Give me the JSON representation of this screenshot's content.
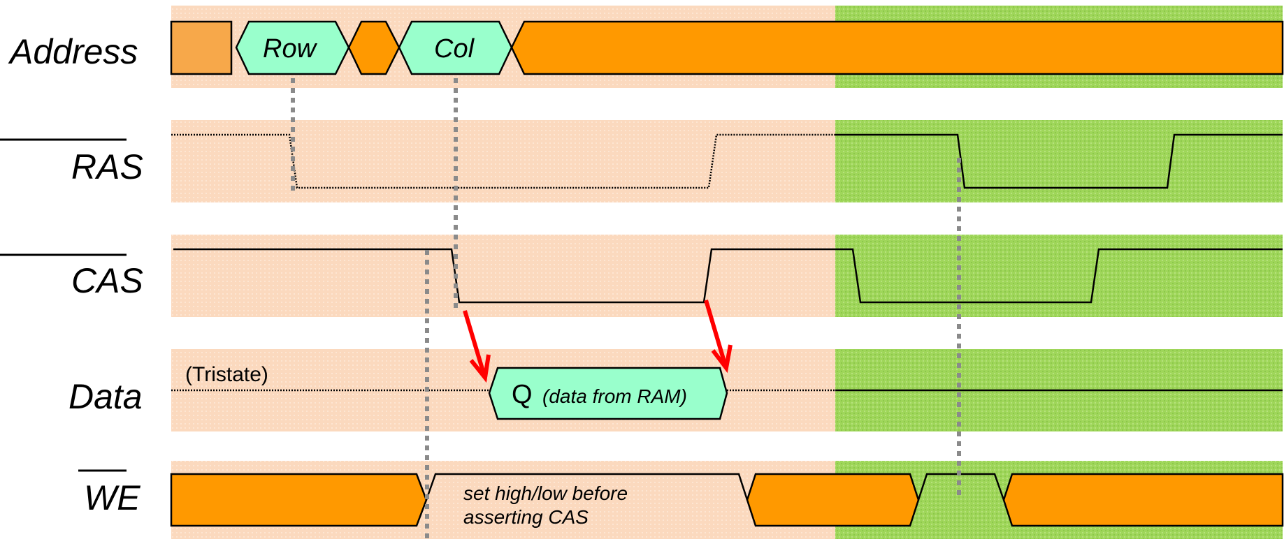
{
  "signals": {
    "address": "Address",
    "ras": "RAS",
    "cas": "CAS",
    "data": "Data",
    "we": "WE"
  },
  "address_bus": {
    "row": "Row",
    "col": "Col"
  },
  "data_bus": {
    "tristate": "(Tristate)",
    "q": "Q",
    "q_detail": "(data from RAM)"
  },
  "we_note": {
    "line1": "set high/low  before",
    "line2": "asserting CAS"
  },
  "colors": {
    "read_cycle_bg": "#fbd9be",
    "next_cycle_bg": "#9fd65a",
    "bus_fill": "#ff9900",
    "value_fill": "#99ffcc",
    "arrow": "#ff0000",
    "guide": "#8a8a8a"
  }
}
